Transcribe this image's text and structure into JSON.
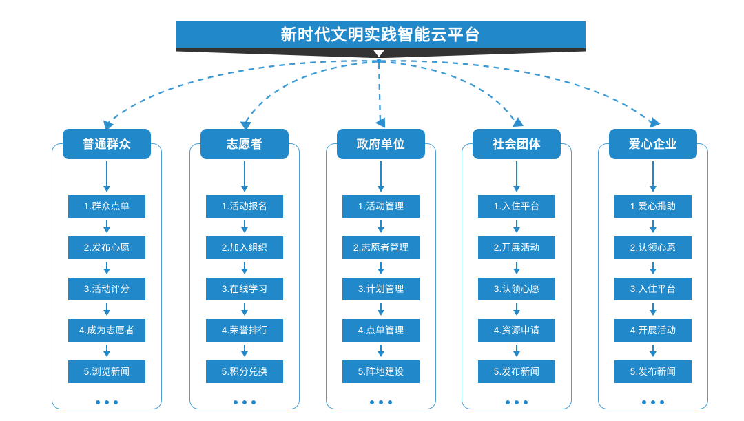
{
  "title": {
    "text": "新时代文明实践智能云平台",
    "bar_color": "#2189ca",
    "shadow_color": "#333333",
    "text_color": "#ffffff"
  },
  "theme": {
    "accent": "#2189ca",
    "border": "#4a9fd4",
    "connector": "#3a9ad6",
    "background": "#ffffff"
  },
  "hub": {
    "chevron_icon": "chevron-down-icon"
  },
  "columns": [
    {
      "header": "普通群众",
      "items": [
        "1.群众点单",
        "2.发布心愿",
        "3.活动评分",
        "4.成为志愿者",
        "5.浏览新闻"
      ],
      "more": "..."
    },
    {
      "header": "志愿者",
      "items": [
        "1.活动报名",
        "2.加入组织",
        "3.在线学习",
        "4.荣誉排行",
        "5.积分兑换"
      ],
      "more": "..."
    },
    {
      "header": "政府单位",
      "items": [
        "1.活动管理",
        "2.志愿者管理",
        "3.计划管理",
        "4.点单管理",
        "5.阵地建设"
      ],
      "more": "..."
    },
    {
      "header": "社会团体",
      "items": [
        "1.入住平台",
        "2.开展活动",
        "3.认领心愿",
        "4.资源申请",
        "5.发布新闻"
      ],
      "more": "..."
    },
    {
      "header": "爱心企业",
      "items": [
        "1.爱心捐助",
        "2.认领心愿",
        "3.入住平台",
        "4.开展活动",
        "5.发布新闻"
      ],
      "more": "..."
    }
  ]
}
